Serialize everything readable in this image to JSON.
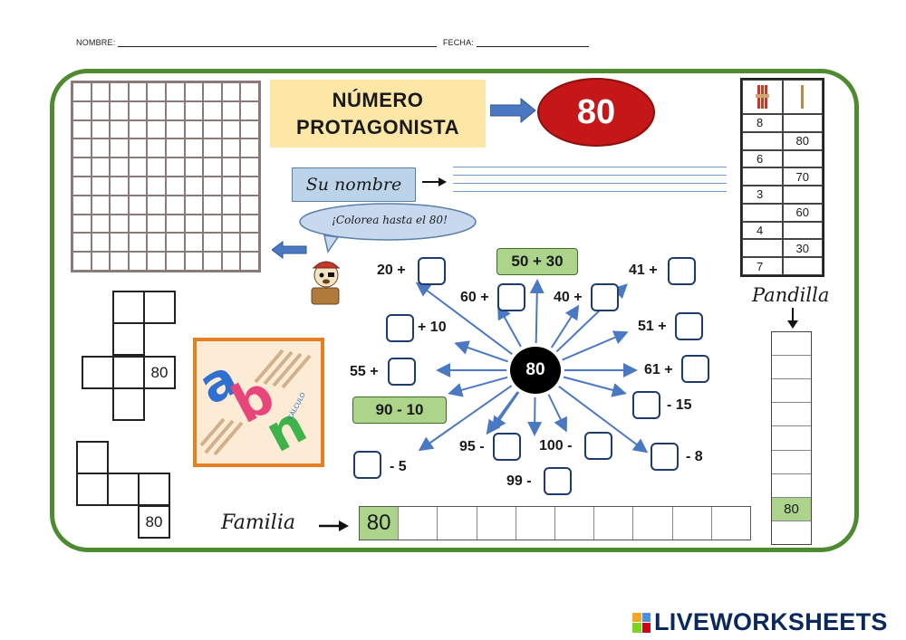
{
  "header": {
    "nombre_label": "NOMBRE:",
    "fecha_label": "FECHA:"
  },
  "title": {
    "line1": "NÚMERO",
    "line2": "PROTAGONISTA"
  },
  "protagonist_number": "80",
  "su_nombre": "Su nombre",
  "speech_bubble": "¡Colorea hasta el 80!",
  "units_table": {
    "rows": [
      [
        "8",
        ""
      ],
      [
        "",
        "80"
      ],
      [
        "6",
        ""
      ],
      [
        "",
        "70"
      ],
      [
        "3",
        ""
      ],
      [
        "",
        "60"
      ],
      [
        "4",
        ""
      ],
      [
        "",
        "30"
      ],
      [
        "7",
        ""
      ]
    ]
  },
  "pandilla": {
    "label": "Pandilla",
    "cells": [
      "",
      "",
      "",
      "",
      "",
      "",
      "",
      "80",
      ""
    ]
  },
  "cross_top": {
    "value": "80"
  },
  "cross_bottom": {
    "value": "80"
  },
  "familia": {
    "label": "Familia",
    "cells": [
      "80",
      "",
      "",
      "",
      "",
      "",
      "",
      "",
      "",
      ""
    ]
  },
  "abn_logo": {
    "letters": [
      "a",
      "b",
      "n"
    ],
    "calculo": "CÁLCULO"
  },
  "center_number": "80",
  "operations": {
    "op_50_30": "50 + 30",
    "op_90_10": "90 - 10",
    "op_20_plus": "20 +",
    "op_60_plus": "60 +",
    "op_40_plus": "40 +",
    "op_41_plus": "41 +",
    "op_plus_10": "+ 10",
    "op_51_plus": "51 +",
    "op_55_plus": "55 +",
    "op_61_plus": "61 +",
    "op_minus_15": "- 15",
    "op_95_minus": "95 -",
    "op_100_minus": "100 -",
    "op_minus_8": "- 8",
    "op_minus_5": "- 5",
    "op_99_minus": "99 -"
  },
  "branding": {
    "text": "LIVEWORKSHEETS"
  },
  "colors": {
    "frame_green": "#4e8a2f",
    "title_yellow": "#fce7a6",
    "oval_red": "#c51717",
    "arrow_blue": "#4a78c2",
    "cell_green": "#acd48a",
    "abn_orange": "#e67e22"
  }
}
